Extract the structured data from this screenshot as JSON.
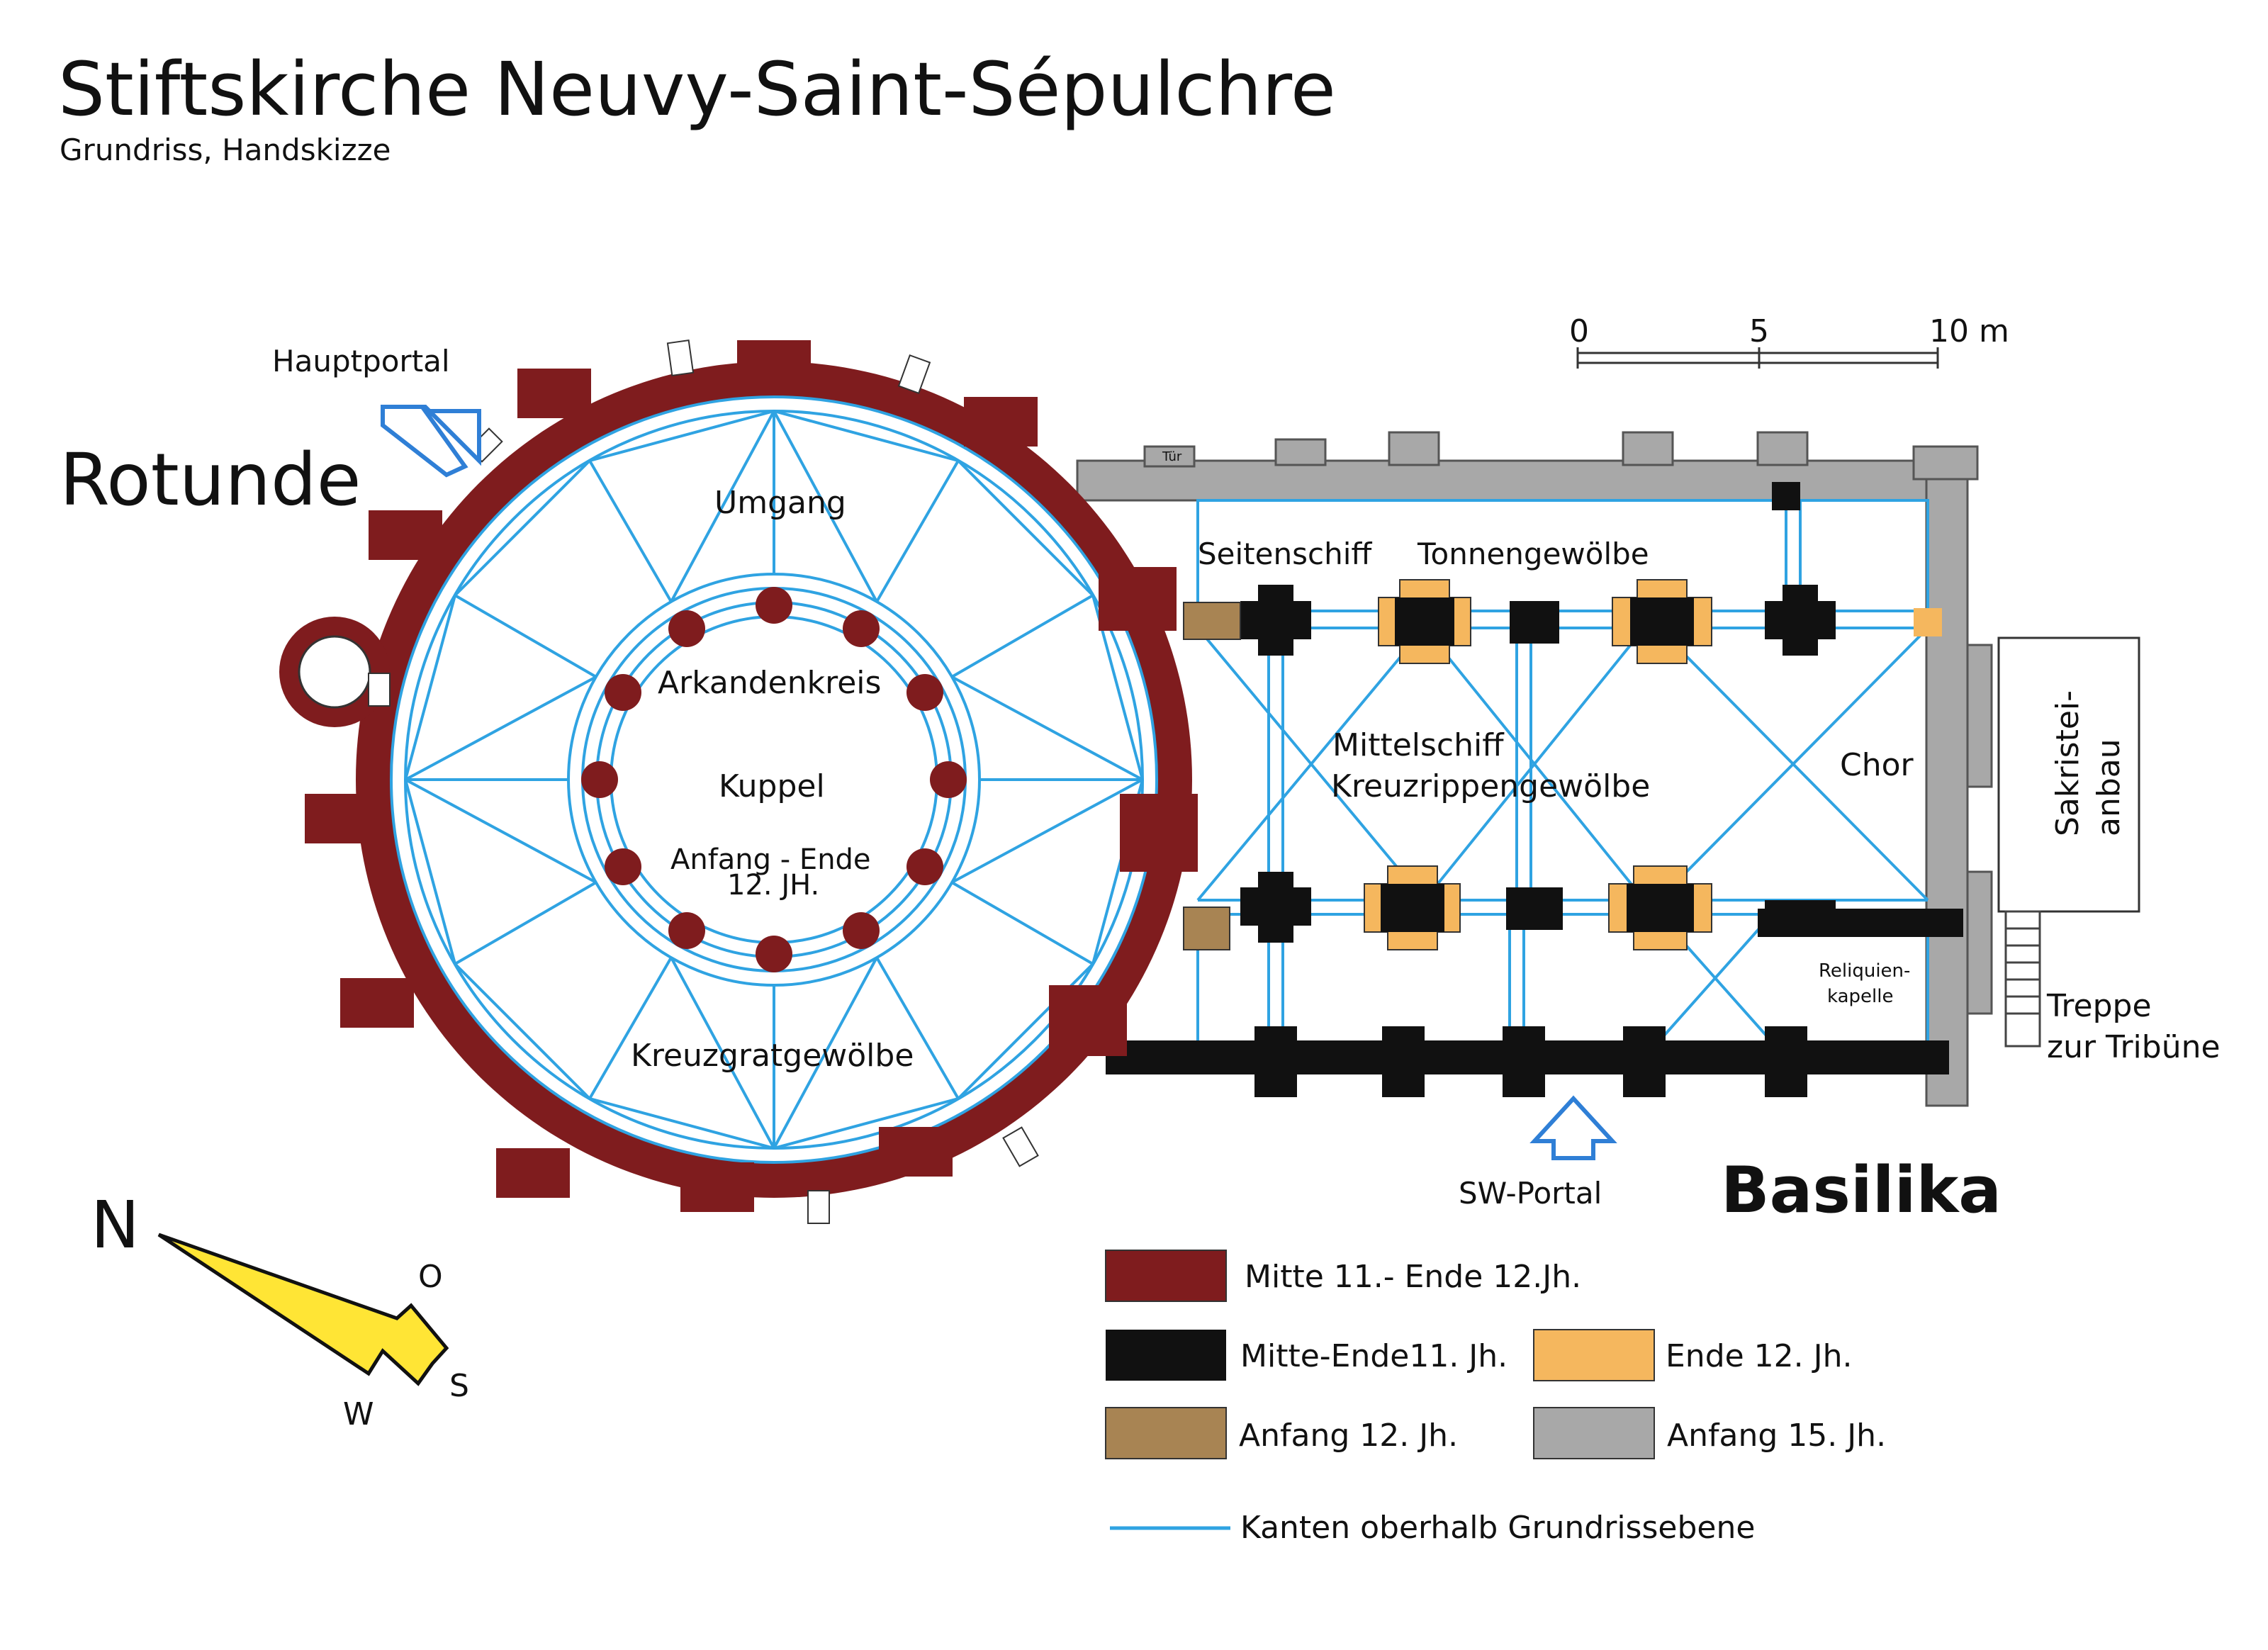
{
  "title": "Stiftskirche Neuvy-Saint-Sépulchre",
  "subtitle": "Grundriss, Handskizze",
  "colors": {
    "red": "#7f1c1e",
    "black": "#111111",
    "orange": "#f5b75e",
    "brown": "#a88453",
    "gray": "#a8a8a8",
    "blue": "#2fa3e2",
    "yellow": "#ffe535"
  },
  "sections": {
    "rotunde": "Rotunde",
    "basilika": "Basilika"
  },
  "portals": {
    "main": "Hauptportal",
    "sw": "SW-Portal",
    "main_arrow_icon": "arrow-icon",
    "sw_arrow_icon": "arrow-icon"
  },
  "rotunde_labels": {
    "umgang": "Umgang",
    "arkaden": "Arkandenkreis",
    "kuppel": "Kuppel",
    "dating_1": "Anfang - Ende",
    "dating_2": "12. JH.",
    "gewoelbe": "Kreuzgratgewölbe"
  },
  "basilika_labels": {
    "seitenschiff": "Seitenschiff",
    "tonnen": "Tonnengewölbe",
    "mittel_1": "Mittelschiff",
    "mittel_2": "Kreuzrippengewölbe",
    "chor": "Chor",
    "sakristei_1": "Sakristei-",
    "sakristei_2": "anbau",
    "reliquien_1": "Reliquien-",
    "reliquien_2": "kapelle",
    "treppe_1": "Treppe",
    "treppe_2": "zur Tribüne",
    "tur": "Tür"
  },
  "scale": {
    "t0": "0",
    "t5": "5",
    "t10": "10 m"
  },
  "compass": {
    "n": "N",
    "o": "O",
    "s": "S",
    "w": "W"
  },
  "legend": {
    "red": "Mitte 11.- Ende 12.Jh.",
    "black": "Mitte-Ende11. Jh.",
    "orange": "Ende 12. Jh.",
    "brown": "Anfang 12. Jh.",
    "gray": "Anfang 15. Jh.",
    "blue_line": "Kanten oberhalb Grundrissebene"
  }
}
